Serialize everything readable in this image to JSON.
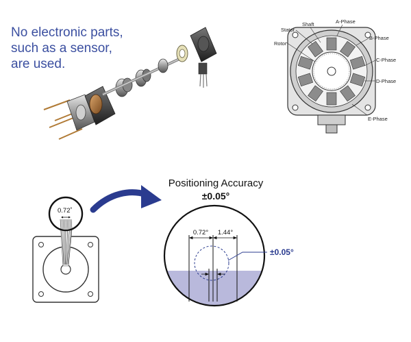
{
  "intro": {
    "lines": [
      "No electronic parts,",
      "such as a sensor,",
      "are used."
    ]
  },
  "motor_section": {
    "labels": {
      "stator": "Stator",
      "shaft": "Shaft",
      "rotor": "Rotor",
      "a_phase": "A-Phase",
      "b_phase": "B-Phase",
      "c_phase": "C-Phase",
      "d_phase": "D-Phase",
      "e_phase": "E-Phase"
    }
  },
  "accuracy": {
    "title": "Positioning Accuracy",
    "value": "±0.05°",
    "step_angle": "0.72°",
    "half_step_angle": "1.44°",
    "tolerance": "±0.05°",
    "magnifier_angle": "0.72˚"
  },
  "colors": {
    "text_blue": "#3b4fa0",
    "arrow_blue": "#2a3b8f",
    "fill_lavender": "#b9b9dc"
  }
}
